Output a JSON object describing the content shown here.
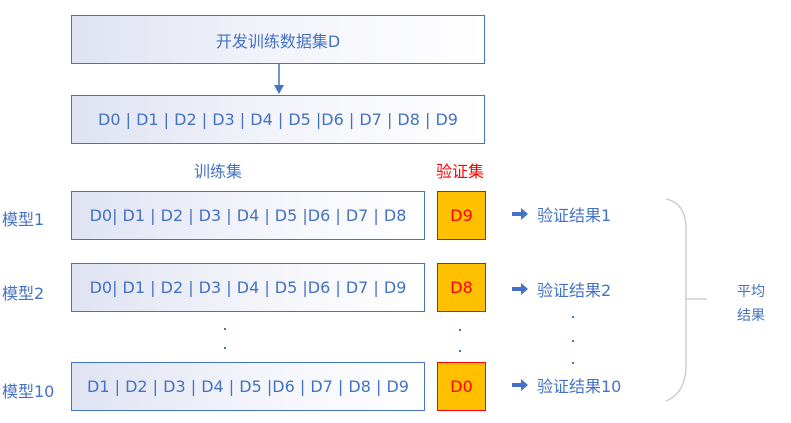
{
  "source_box": "开发训练数据集D",
  "split_box": "D0 | D1 | D2 | D3 | D4 | D5 |D6 | D7 | D8 | D9",
  "train_label": "训练集",
  "val_label": "验证集",
  "rows": [
    {
      "model": "模型1",
      "train": "D0| D1 | D2 | D3 | D4 | D5 |D6 | D7 | D8",
      "val": "D9",
      "result": "验证结果1"
    },
    {
      "model": "模型2",
      "train": "D0| D1 | D2 | D3 | D4 | D5 |D6 | D7 | D9",
      "val": "D8",
      "result": "验证结果2"
    },
    {
      "model": "模型10",
      "train": "D1 | D2 | D3 | D4 | D5 |D6 | D7 | D8 | D9",
      "val": "D0",
      "result": "验证结果10"
    }
  ],
  "average_label": [
    "平均",
    "结果"
  ],
  "colors": {
    "accent": "#4472c4",
    "validation_fill": "#ffc000",
    "validation_text": "#ff0000"
  }
}
